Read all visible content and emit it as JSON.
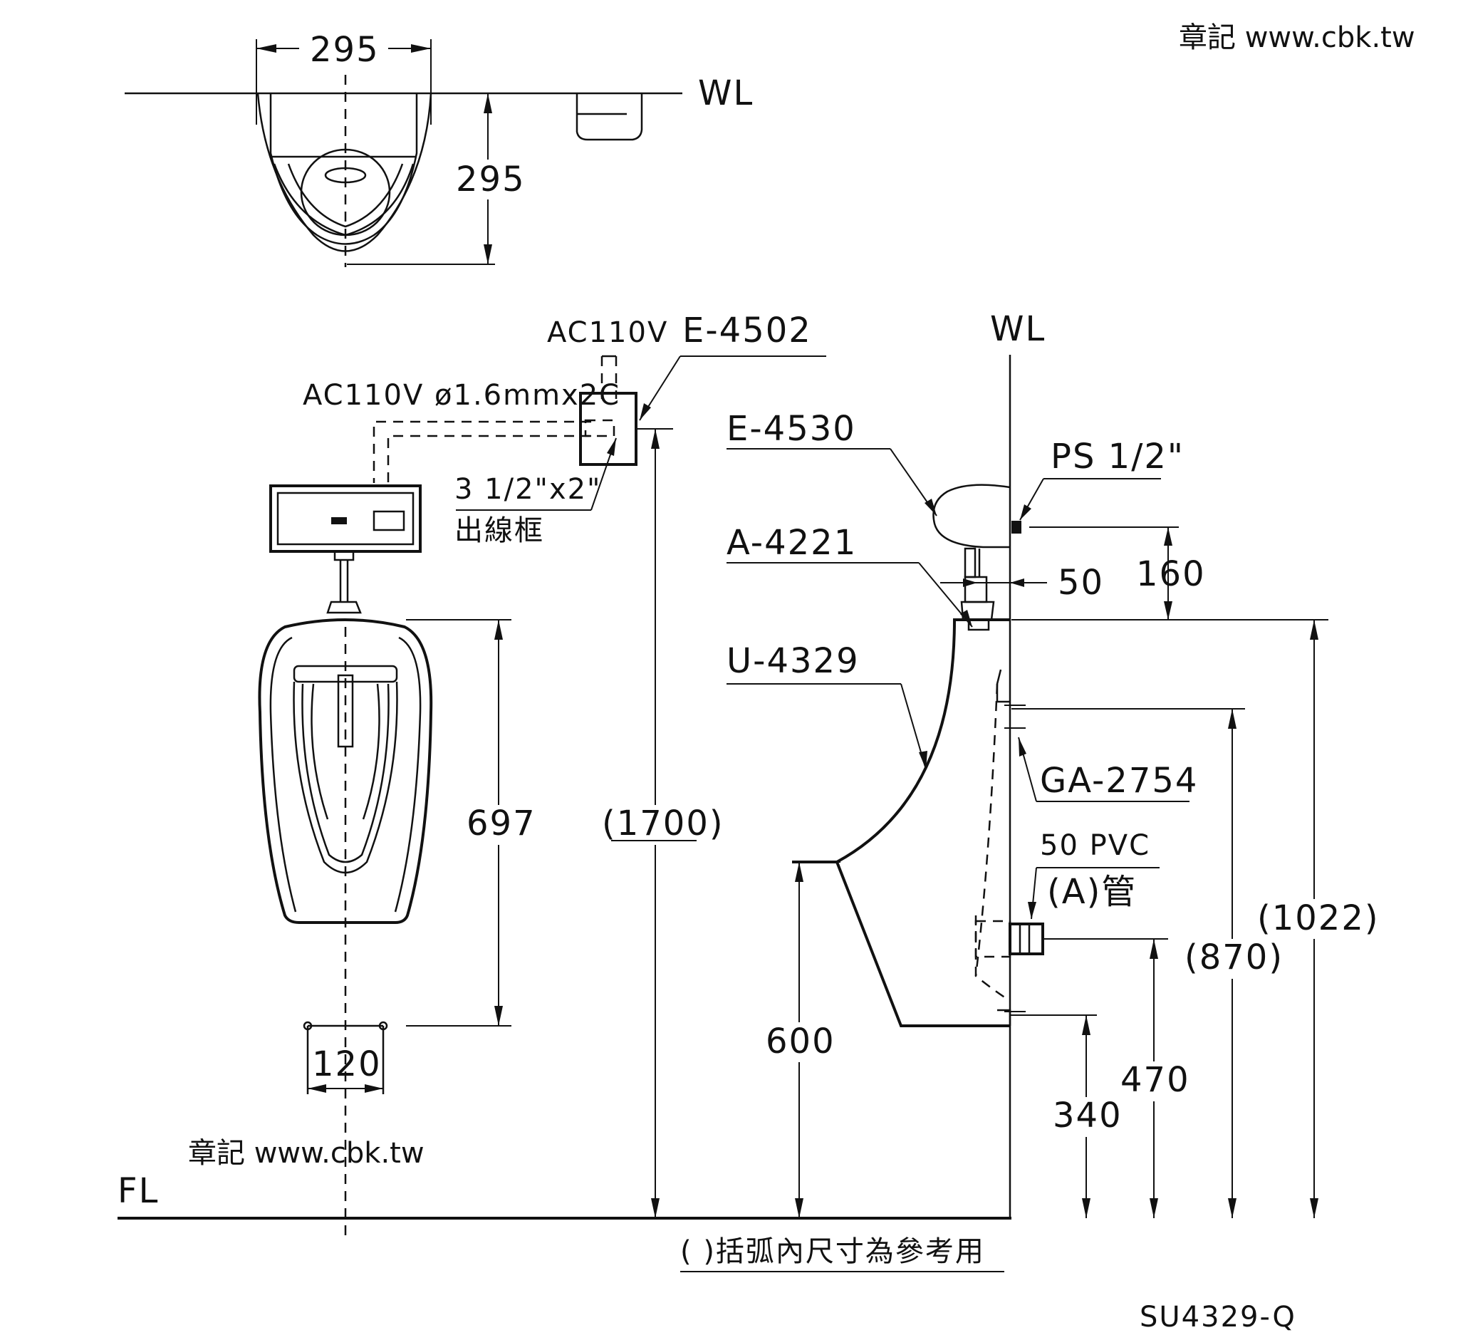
{
  "watermark": {
    "top_right": "章記 www.cbk.tw",
    "bottom_left": "章記 www.cbk.tw"
  },
  "top_view": {
    "width_dim": "295",
    "depth_dim": "295",
    "wall_label": "WL"
  },
  "front_view": {
    "power_label": "AC110V",
    "wire_label": "AC110V ø1.6mmx2C",
    "box_part": "E-4502",
    "box_size": "3 1/2\"x2\"",
    "box_name": "出線框",
    "height_dim": "697",
    "base_dim": "120",
    "total_dim": "(1700)",
    "floor_label": "FL"
  },
  "side_view": {
    "wall_label": "WL",
    "sensor_part": "E-4530",
    "thread_label": "PS 1/2\"",
    "valve_part": "A-4221",
    "urinal_part": "U-4329",
    "dim_50": "50",
    "dim_160": "160",
    "trap_part": "GA-2754",
    "pipe_label_1": "50 PVC",
    "pipe_label_2": "(A)管",
    "dim_600": "600",
    "dim_340": "340",
    "dim_470": "470",
    "dim_870": "(870)",
    "dim_1022": "(1022)"
  },
  "footnote": "( )括弧內尺寸為參考用",
  "model_code": "SU4329-Q"
}
